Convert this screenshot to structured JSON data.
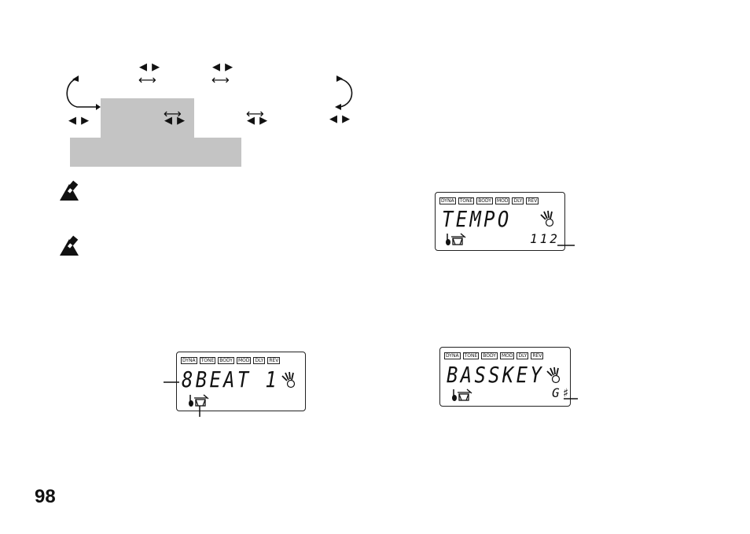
{
  "page_number": "98",
  "arrows": {
    "lr": "◀ ▶",
    "dbl": "⟷"
  },
  "displays": {
    "effect_tags": [
      "DYNA",
      "TONE",
      "BODY",
      "MOD",
      "DLY",
      "REV"
    ],
    "tempo": {
      "name": "TEMPO",
      "value": "112"
    },
    "pattern": {
      "name": "8BEAT 1"
    },
    "basskey": {
      "name": "BASSKEY",
      "value": "G♯"
    }
  }
}
